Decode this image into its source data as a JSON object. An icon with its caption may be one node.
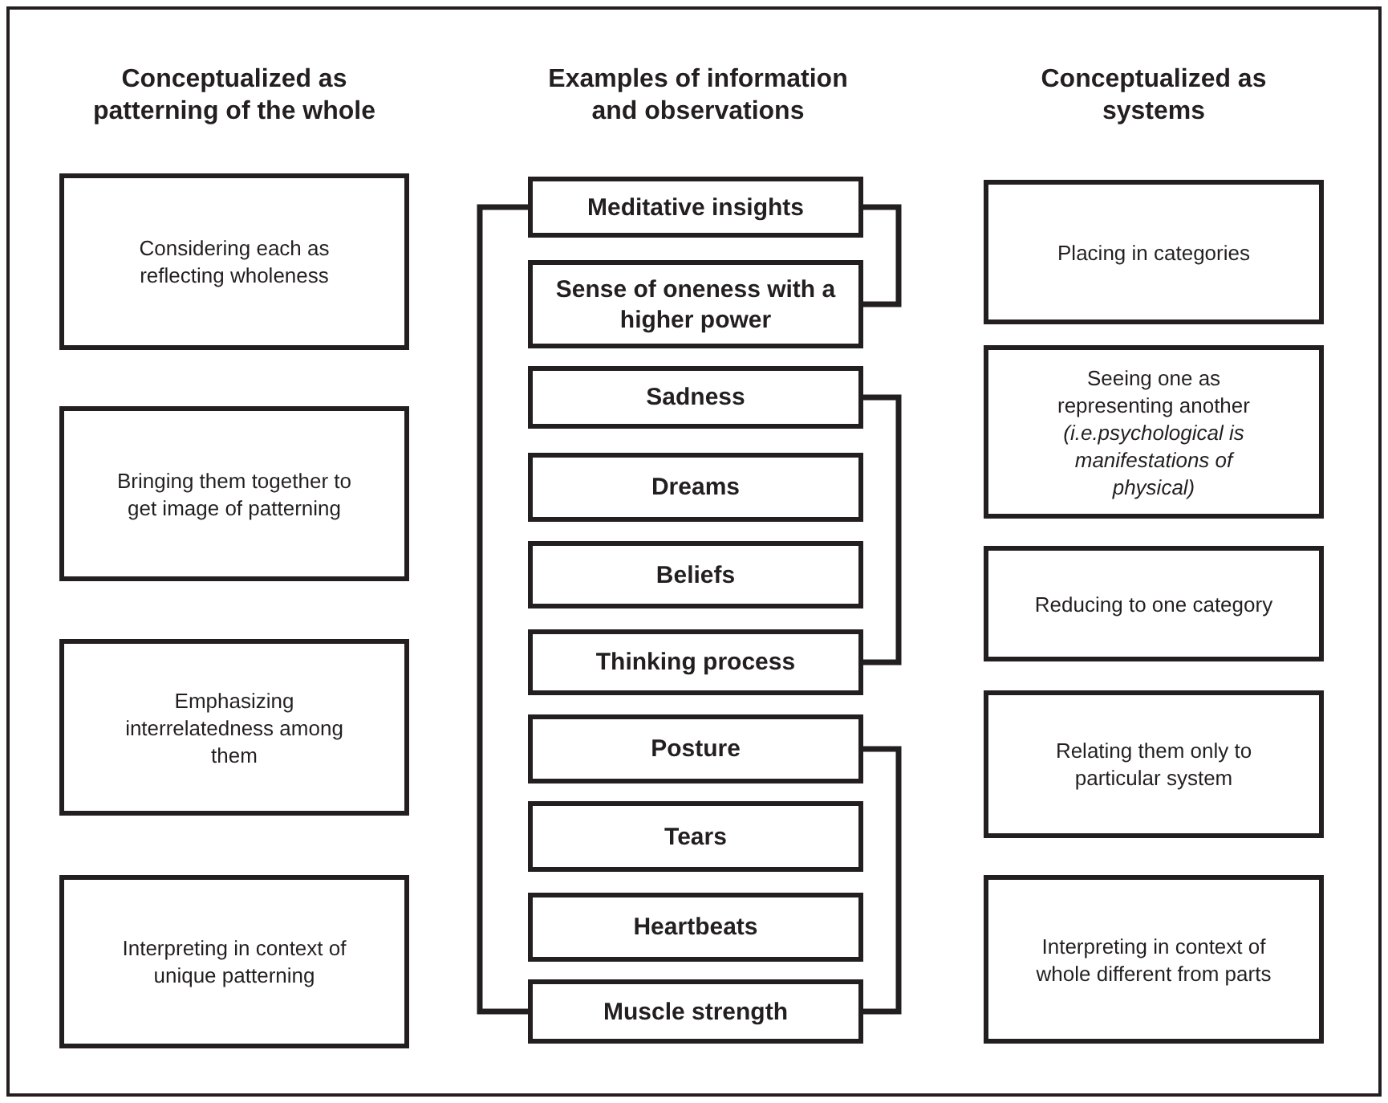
{
  "diagram": {
    "nodes": [
      {
        "text": [
          "Considering each as reflecting wholeness"
        ]
      },
      {
        "text": [
          "Bringing them together to get image of patterning"
        ]
      },
      {
        "text": [
          "Emphasizing interrelatedness among them"
        ]
      },
      {
        "text": [
          "Interpreting in context of unique patterning"
        ]
      },
      {
        "text": [
          "Meditative insights"
        ]
      },
      {
        "text": [
          "Sense of oneness with a higher power"
        ]
      },
      {
        "text": [
          "Sadness"
        ]
      },
      {
        "text": [
          "Dreams"
        ]
      },
      {
        "text": [
          "Beliefs"
        ]
      },
      {
        "text": [
          "Thinking process"
        ]
      },
      {
        "text": [
          "Posture"
        ]
      },
      {
        "text": [
          "Tears"
        ]
      },
      {
        "text": [
          "Heartbeats"
        ]
      },
      {
        "text": [
          "Muscle strength"
        ]
      },
      {
        "text": [
          "Placing in categories"
        ]
      },
      {
        "text": [
          "Seeing one as representing another *(i.e.psychological is manifestations of physical)*"
        ]
      },
      {
        "text": [
          "Reducing to one category"
        ]
      },
      {
        "text": [
          "Relating them only to particular system"
        ]
      },
      {
        "text": [
          "Interpreting in context of whole different from parts"
        ]
      }
    ],
    "edges": [
      {
        "from": 4,
        "to": 13,
        "arrow": "none"
      },
      {
        "from": 4,
        "to": 5,
        "arrow": "none"
      },
      {
        "from": 6,
        "to": 9,
        "arrow": "none"
      },
      {
        "from": 10,
        "to": 13,
        "arrow": "none"
      }
    ],
    "labels": [
      "Conceptualized as patterning of the whole",
      "Examples of information and observations",
      "Conceptualized as systems"
    ]
  }
}
